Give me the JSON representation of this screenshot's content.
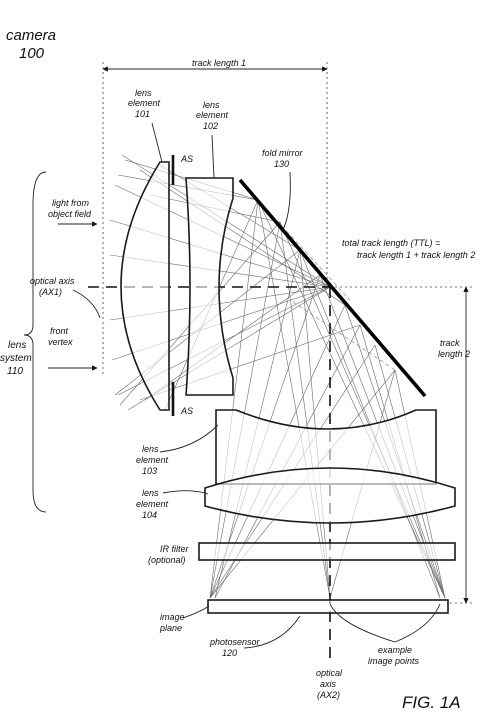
{
  "labels": {
    "camera": "camera",
    "camera_num": "100",
    "track_length_1": "track length 1",
    "lens_element": "lens",
    "element": "element",
    "le101_num": "101",
    "le102_num": "102",
    "aperture_stop": "AS",
    "fold_mirror": "fold mirror",
    "fold_mirror_num": "130",
    "light_from": "light from",
    "object_field": "object field",
    "ttl_line1": "total track length (TTL) =",
    "ttl_line2": "track length 1 + track length 2",
    "optical_axis": "optical axis",
    "ax1": "(AX1)",
    "front": "front",
    "vertex": "vertex",
    "lens_system_1": "lens",
    "lens_system_2": "system",
    "lens_system_num": "110",
    "track_length_2_a": "track",
    "track_length_2_b": "length 2",
    "le103_num": "103",
    "le104_num": "104",
    "ir_filter": "IR filter",
    "optional": "(optional)",
    "image": "image",
    "plane": "plane",
    "photosensor": "photosensor",
    "photosensor_num": "120",
    "optical": "optical",
    "axis": "axis",
    "ax2": "(AX2)",
    "example": "example",
    "image_points": "image points",
    "fig": "FIG. 1A"
  }
}
